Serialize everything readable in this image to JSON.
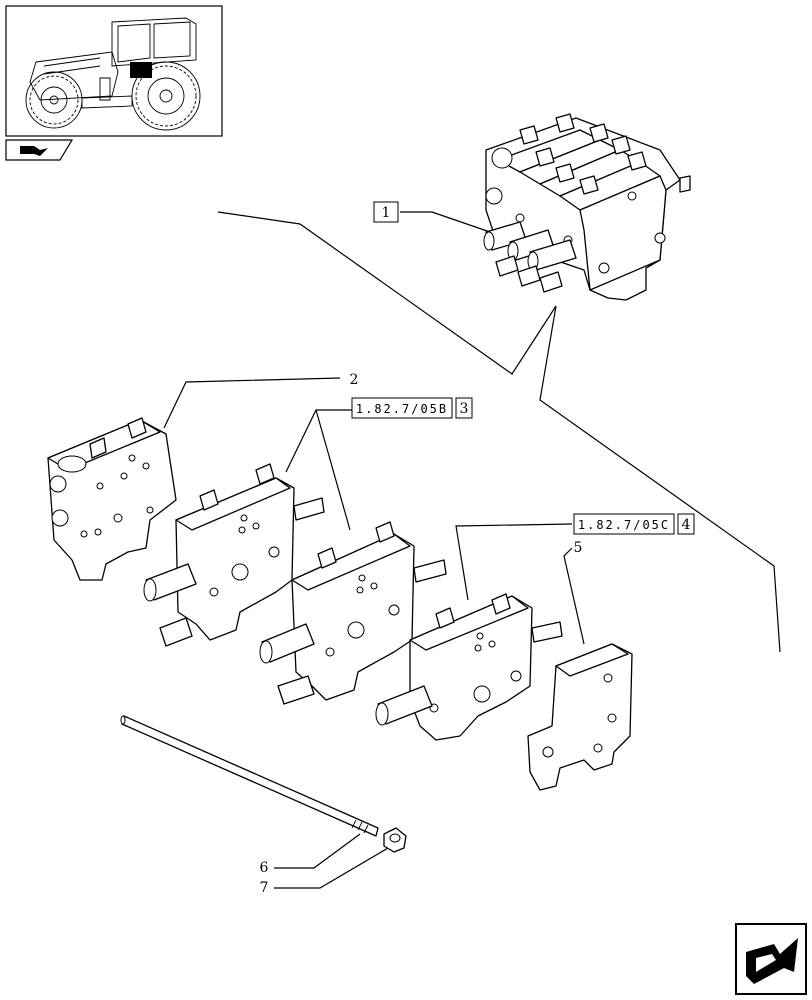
{
  "callouts": {
    "c1": "1",
    "c2": "2",
    "c3": "3",
    "c4": "4",
    "c5": "5",
    "c6": "6",
    "c7": "7"
  },
  "references": {
    "r3": "1.82.7/05B",
    "r4": "1.82.7/05C"
  },
  "icons": {
    "thumbnail": "tractor-thumbnail-icon",
    "section": "book-arrow-icon",
    "nav": "next-page-arrow-icon"
  }
}
